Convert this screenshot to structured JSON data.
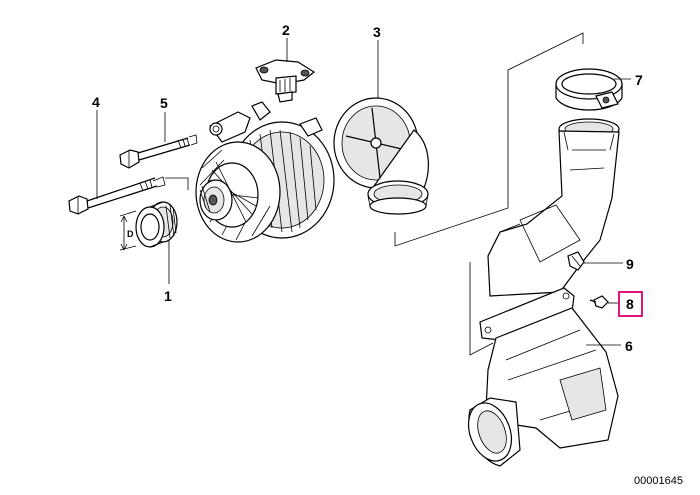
{
  "diagram": {
    "callouts": [
      {
        "id": "1",
        "label": "1"
      },
      {
        "id": "2",
        "label": "2"
      },
      {
        "id": "3",
        "label": "3"
      },
      {
        "id": "4",
        "label": "4"
      },
      {
        "id": "5",
        "label": "5"
      },
      {
        "id": "6",
        "label": "6"
      },
      {
        "id": "7",
        "label": "7"
      },
      {
        "id": "8",
        "label": "8"
      },
      {
        "id": "9",
        "label": "9"
      }
    ],
    "highlighted_callout": "8",
    "highlight_color": "#e0147a",
    "dimension_label": "D",
    "document_number": "00001645"
  }
}
